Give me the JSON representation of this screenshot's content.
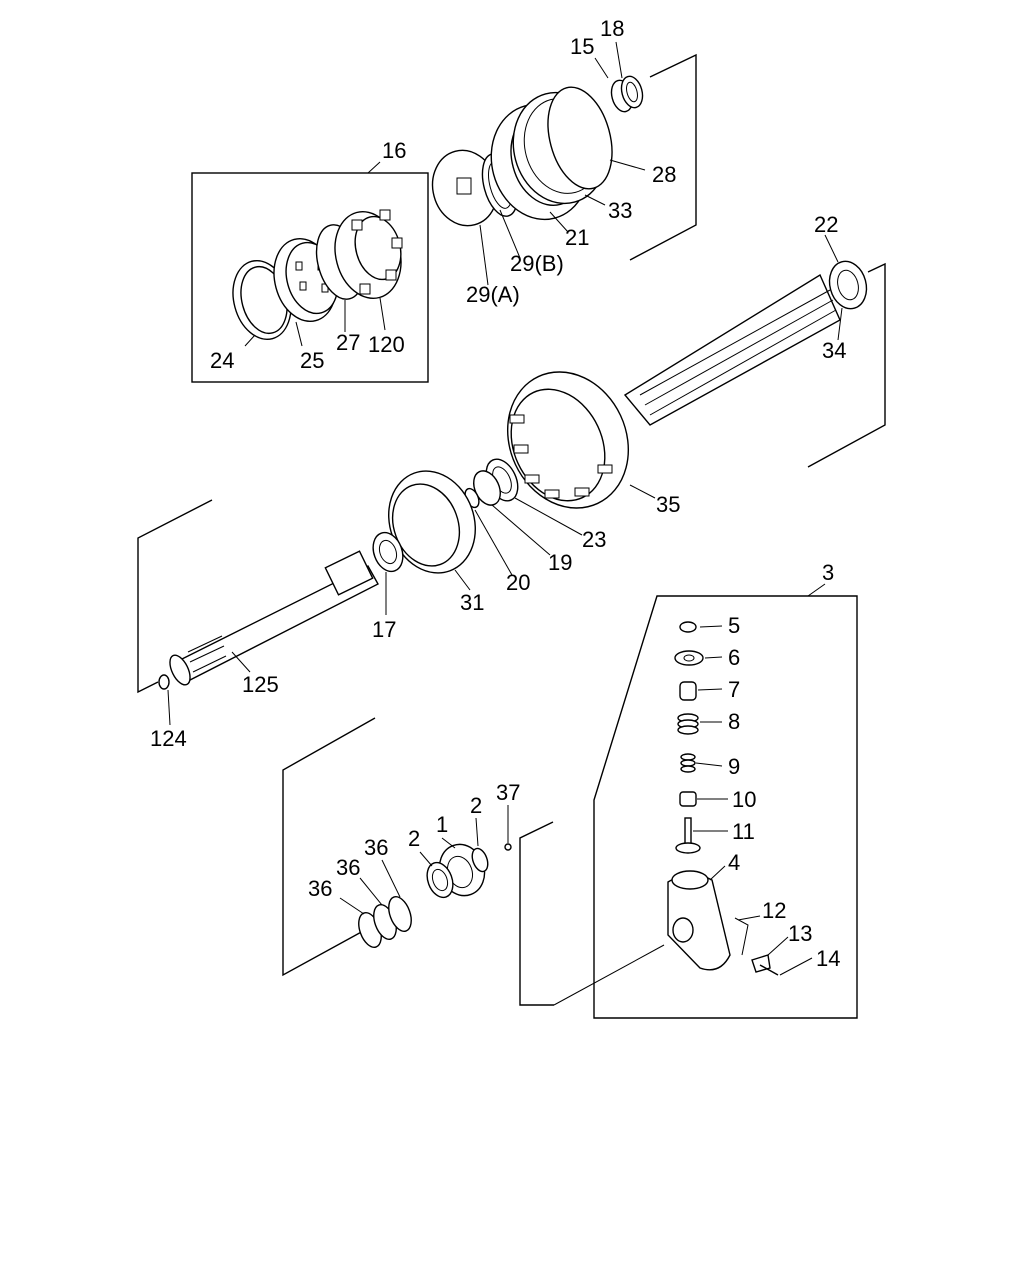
{
  "diagram": {
    "labels": {
      "p1": "1",
      "p2a": "2",
      "p2b": "2",
      "p3": "3",
      "p4": "4",
      "p5": "5",
      "p6": "6",
      "p7": "7",
      "p8": "8",
      "p9": "9",
      "p10": "10",
      "p11": "11",
      "p12": "12",
      "p13": "13",
      "p14": "14",
      "p15": "15",
      "p16": "16",
      "p17": "17",
      "p18": "18",
      "p19": "19",
      "p20": "20",
      "p21": "21",
      "p22": "22",
      "p23": "23",
      "p24": "24",
      "p25": "25",
      "p27": "27",
      "p28": "28",
      "p29a": "29(A)",
      "p29b": "29(B)",
      "p31": "31",
      "p33": "33",
      "p34": "34",
      "p35": "35",
      "p36a": "36",
      "p36b": "36",
      "p36c": "36",
      "p37": "37",
      "p120": "120",
      "p124": "124",
      "p125": "125"
    }
  }
}
